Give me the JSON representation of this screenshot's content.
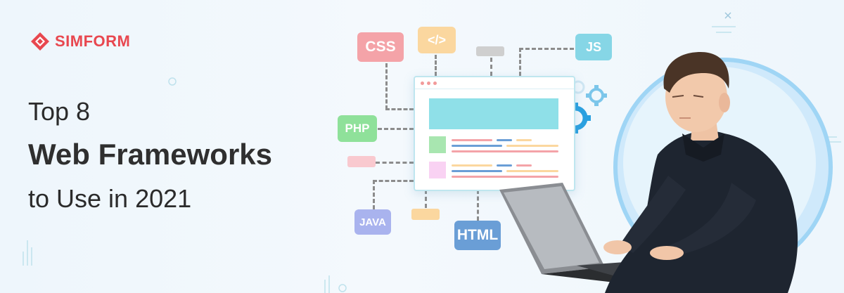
{
  "brand": {
    "name": "SIMFORM",
    "color": "#e8474f"
  },
  "headline": {
    "line1": "Top 8",
    "line2": "Web Frameworks",
    "line3": "to Use in 2021"
  },
  "tags": {
    "css": "CSS",
    "code": "</>",
    "js": "JS",
    "php": "PHP",
    "java": "JAVA",
    "html": "HTML"
  },
  "colors": {
    "background": "#eef6fc",
    "css": "#f4a3a8",
    "code": "#fbd79f",
    "js": "#86d6e6",
    "php": "#8fe19a",
    "java": "#a9b3ee",
    "html": "#6a9ed6",
    "accent_circle": "#9fd5f5",
    "gear": "#2aa0e0"
  },
  "icons": [
    "logo-mark-icon",
    "gear-icon",
    "close-icon",
    "laptop-icon",
    "person-illustration"
  ]
}
